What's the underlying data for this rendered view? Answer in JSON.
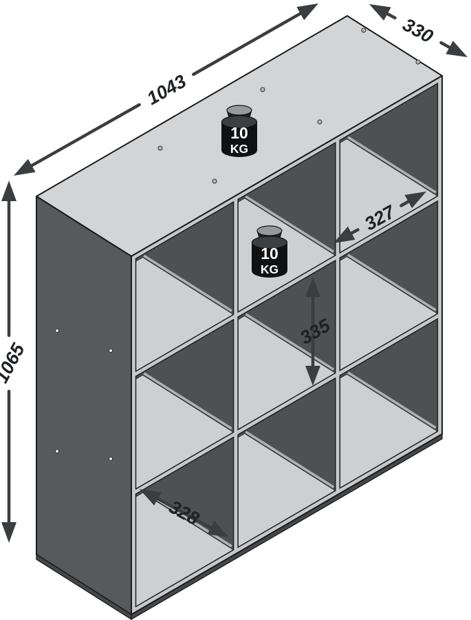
{
  "dimensions": {
    "total_width": "1043",
    "total_depth": "330",
    "total_height": "1065",
    "cube_inner_width_top": "327",
    "cube_inner_height": "335",
    "cube_inner_width_bottom": "328"
  },
  "load_capacity": {
    "top_surface": {
      "value": "10",
      "unit": "KG"
    },
    "shelf": {
      "value": "10",
      "unit": "KG"
    }
  },
  "colors": {
    "background": "#ffffff",
    "top_surface": "#d2d4d6",
    "side_panel": "#58595b",
    "back_panel": "#4e5052",
    "shelf_surface": "#cdcfd1",
    "front_edges": "#c6c8ca",
    "plinth": "#45474a",
    "outline": "#1b1b1b",
    "dimension_lines": "#3b3e40",
    "dimension_text": "#1e2124",
    "weight_body": "#0f1113",
    "weight_knob_top": "#979a9d",
    "weight_text": "#ffffff"
  }
}
